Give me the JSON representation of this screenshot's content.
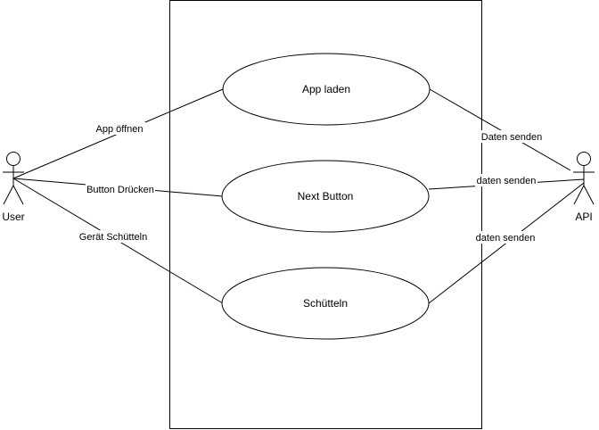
{
  "actors": [
    {
      "id": "user",
      "label": "User"
    },
    {
      "id": "api",
      "label": "API"
    }
  ],
  "use_cases": [
    {
      "id": "app-laden",
      "label": "App laden"
    },
    {
      "id": "next-button",
      "label": "Next Button"
    },
    {
      "id": "schuetteln",
      "label": "Schütteln"
    }
  ],
  "edges": [
    {
      "id": "app-oeffnen",
      "label": "App öffnen"
    },
    {
      "id": "button-druecken",
      "label": "Button Drücken"
    },
    {
      "id": "geraet-schuetteln",
      "label": "Gerät Schütteln"
    },
    {
      "id": "daten-senden-1",
      "label": "Daten senden"
    },
    {
      "id": "daten-senden-2",
      "label": "daten senden"
    },
    {
      "id": "daten-senden-3",
      "label": "daten senden"
    }
  ],
  "colors": {
    "stroke": "#000000",
    "background": "#ffffff"
  }
}
